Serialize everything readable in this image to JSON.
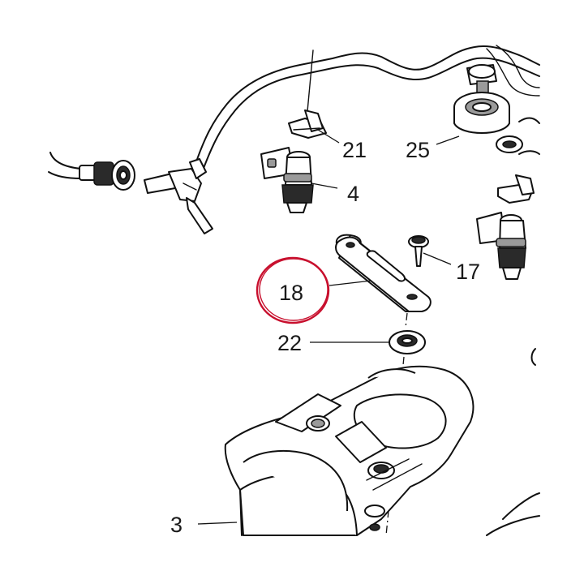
{
  "labels": {
    "l21": "21",
    "l25": "25",
    "l4": "4",
    "l17": "17",
    "l18": "18",
    "l22": "22",
    "l3": "3"
  },
  "highlight": {
    "color": "#c8102e",
    "target": "18"
  }
}
